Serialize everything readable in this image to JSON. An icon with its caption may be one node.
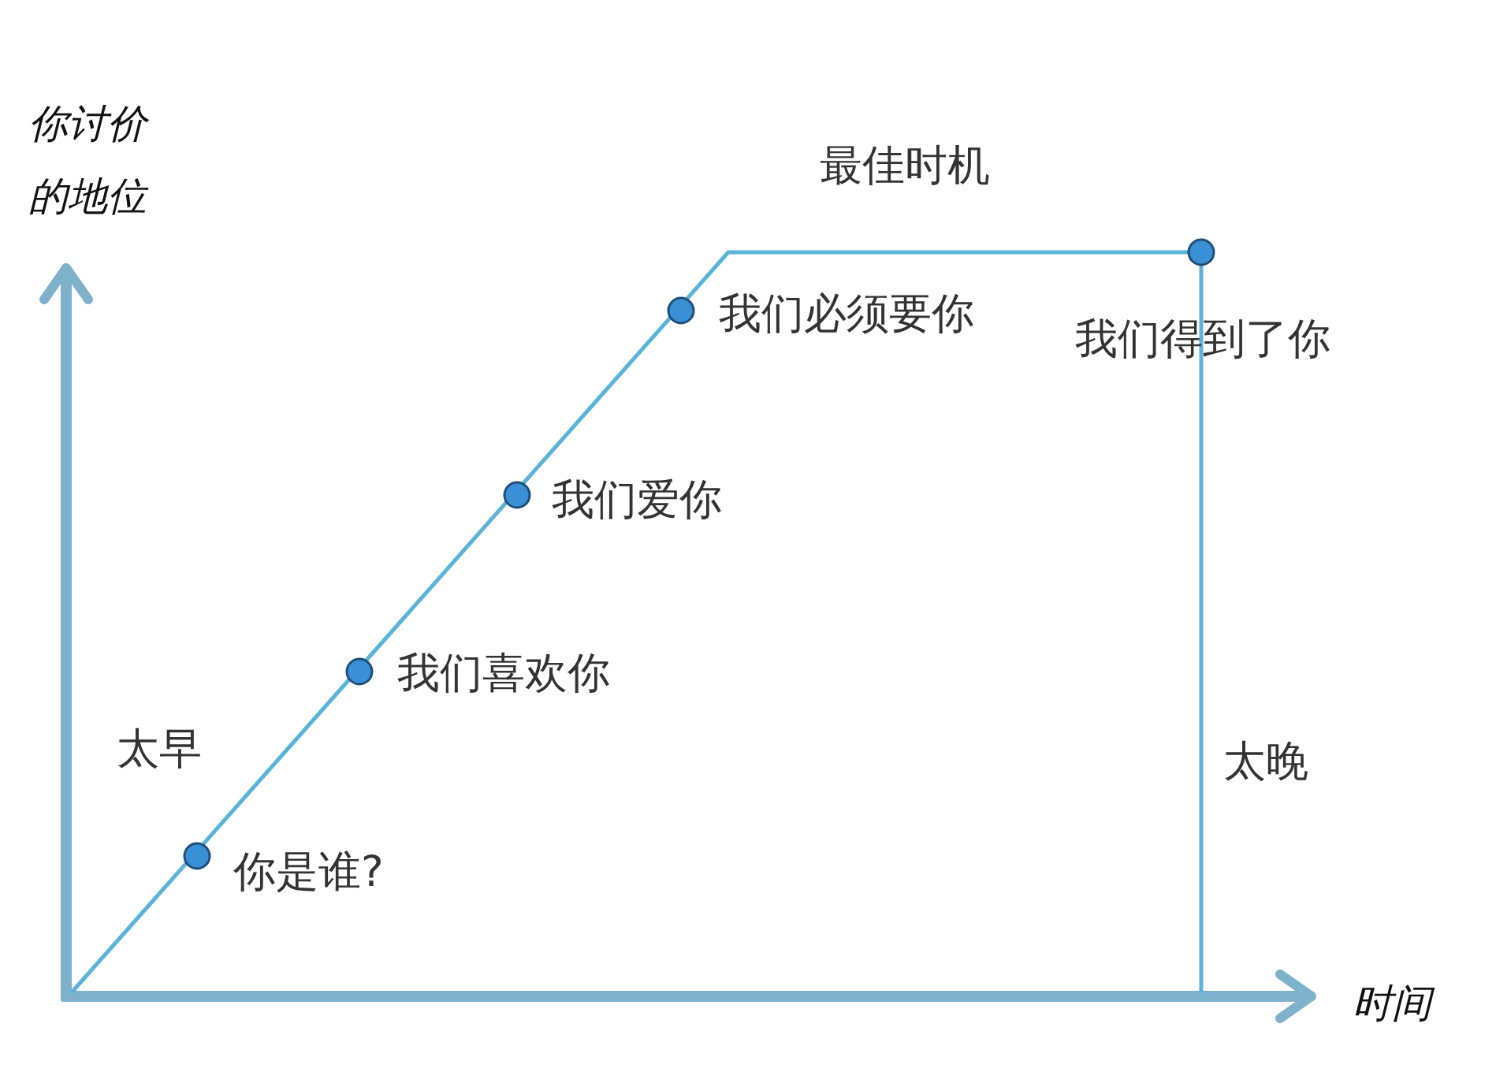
{
  "diagram": {
    "labels": [
      "你讨价的地位",
      "最佳时机",
      "我们必须要你",
      "我们得到了你",
      "我们爱你",
      "我们喜欢你",
      "太早",
      "太晚",
      "你是谁?",
      "时间"
    ]
  }
}
